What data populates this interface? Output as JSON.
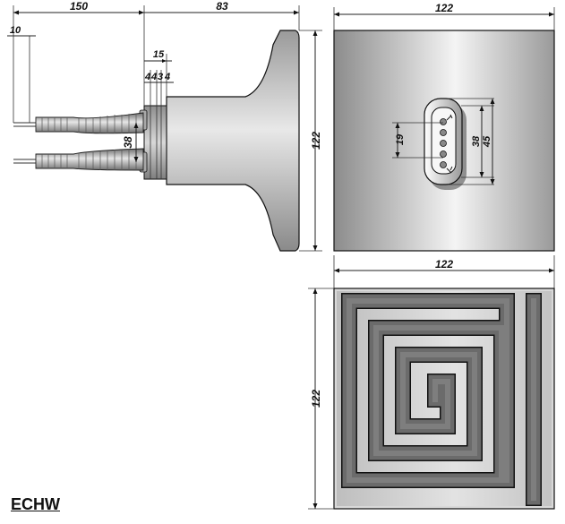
{
  "model": "ECHW",
  "dimensions": {
    "lead_length": "150",
    "body_depth": "83",
    "width_top": "122",
    "height_side": "122",
    "width_bottom": "122",
    "height_bottom": "122",
    "lead_offset": "10",
    "terminal_block": "15",
    "terminal_segments": [
      "4",
      "4",
      "3",
      "4"
    ],
    "lead_spacing": "38",
    "pin_spacing": "19",
    "plug_inner": "38",
    "plug_outer": "45"
  },
  "colors": {
    "face_gray": "#8f8f8f",
    "face_light": "#f0f0f0",
    "groove_dark": "#6b6b6b",
    "groove_light": "#bdbdbd",
    "outline": "#111111"
  }
}
